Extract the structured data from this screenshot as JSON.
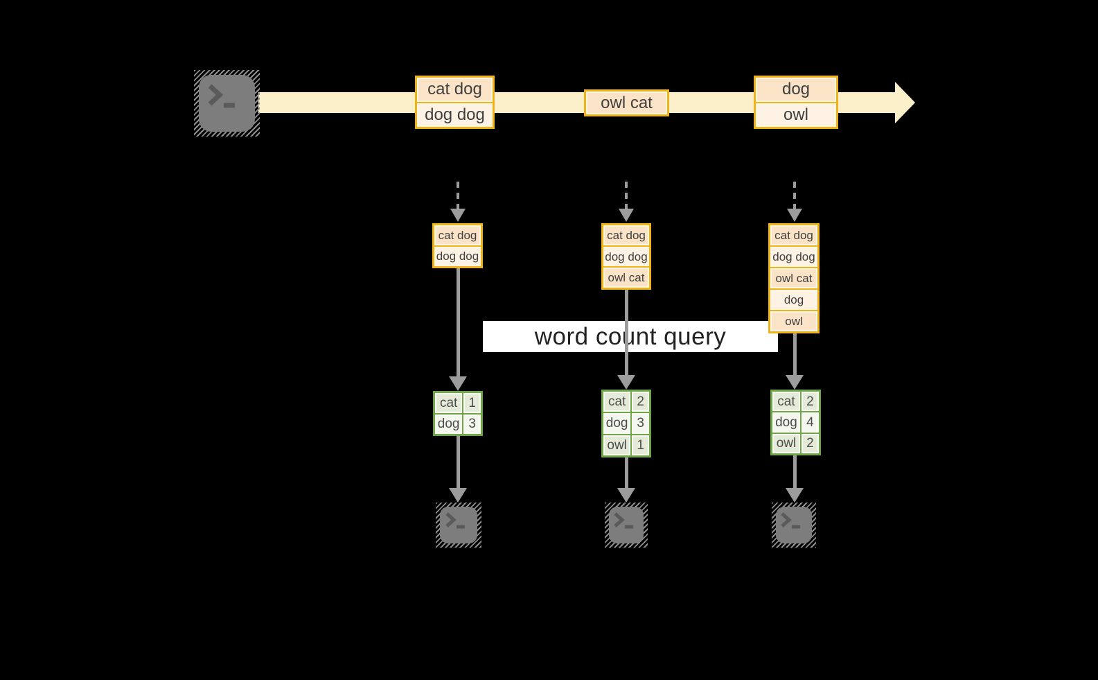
{
  "diagram": {
    "title_hint": "streaming word count",
    "query_label": "word count query",
    "stream": {
      "direction": "left-to-right",
      "source_icon": "terminal-icon",
      "events": [
        {
          "rows": [
            "cat dog",
            "dog dog"
          ]
        },
        {
          "rows": [
            "owl cat"
          ]
        },
        {
          "rows": [
            "dog",
            "owl"
          ]
        }
      ]
    },
    "states": [
      {
        "rows": [
          "cat dog",
          "dog dog"
        ]
      },
      {
        "rows": [
          "cat dog",
          "dog dog",
          "owl cat"
        ]
      },
      {
        "rows": [
          "cat dog",
          "dog dog",
          "owl cat",
          "dog",
          "owl"
        ]
      }
    ],
    "counts": [
      {
        "rows": [
          {
            "word": "cat",
            "count": "1"
          },
          {
            "word": "dog",
            "count": "3"
          }
        ]
      },
      {
        "rows": [
          {
            "word": "cat",
            "count": "2"
          },
          {
            "word": "dog",
            "count": "3"
          },
          {
            "word": "owl",
            "count": "1"
          }
        ]
      },
      {
        "rows": [
          {
            "word": "cat",
            "count": "2"
          },
          {
            "word": "dog",
            "count": "4"
          },
          {
            "word": "owl",
            "count": "2"
          }
        ]
      }
    ],
    "sink_icons": [
      "terminal-icon",
      "terminal-icon",
      "terminal-icon"
    ],
    "colors": {
      "background": "#000000",
      "stream_band": "#fbf0c9",
      "event_border": "#f0b41a",
      "event_fill_dark": "#fae3c6",
      "event_fill_light": "#fdf2e3",
      "table_border": "#6fa748",
      "table_fill_dark": "#e4ecd9",
      "table_fill_light": "#f3f7ee",
      "arrow_gray": "#9c9c9c",
      "terminal_gray": "#7d7d7d",
      "query_label_bg": "#ffffff",
      "text": "#3f3f3f"
    }
  }
}
